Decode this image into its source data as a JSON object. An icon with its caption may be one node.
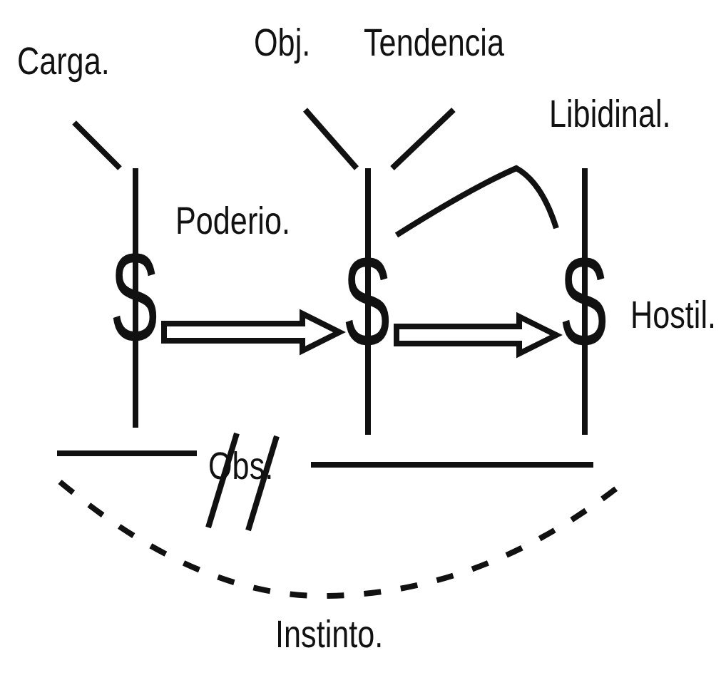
{
  "diagram": {
    "nodes": [
      {
        "text": [
          "Carga."
        ]
      },
      {
        "text": [
          "Obj."
        ]
      },
      {
        "text": [
          "Tendencia"
        ]
      },
      {
        "text": [
          "$"
        ]
      },
      {
        "text": [
          "$"
        ]
      },
      {
        "text": [
          "$"
        ],
        "beside": [
          "Hostil."
        ]
      }
    ],
    "edges": [
      {
        "from": 0,
        "to": 3,
        "arrow": "none"
      },
      {
        "from": 1,
        "to": 4,
        "arrow": "none"
      },
      {
        "from": 2,
        "to": 4,
        "arrow": "none"
      },
      {
        "from": 3,
        "to": 4,
        "arrow": "to",
        "label": "Poderio."
      },
      {
        "from": 4,
        "to": 5,
        "arrow": "none"
      },
      {
        "from": 4,
        "to": 5,
        "arrow": "to"
      }
    ],
    "labels": [
      "Libidinal.",
      "Obs.",
      "Instinto."
    ]
  }
}
